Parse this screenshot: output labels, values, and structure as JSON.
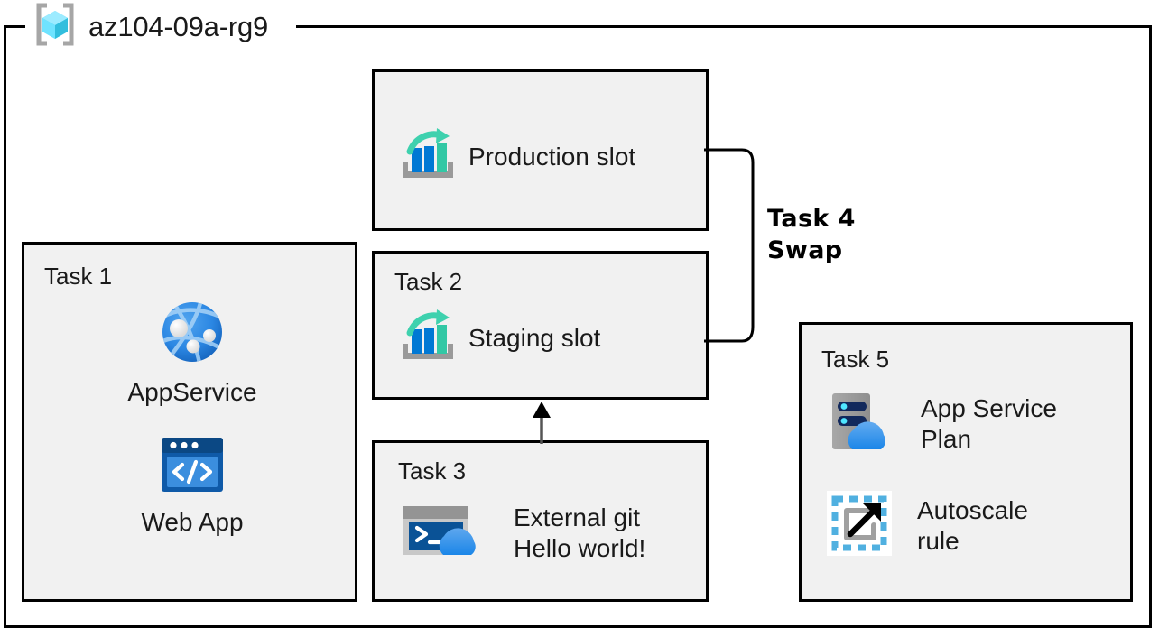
{
  "diagram": {
    "title": "az104-09a-rg9",
    "resource_group_icon": "resource-group-cube-icon",
    "colors": {
      "box_fill": "#f1f1f1",
      "box_border": "#000000",
      "azure_blue": "#0078d4",
      "azure_blue_dark": "#005ba1",
      "teal": "#32c8a5",
      "cyan_cube": "#50e6ff",
      "gray": "#9a9a9a",
      "text": "#1a1a1a"
    }
  },
  "boxes": {
    "production": {
      "label": "",
      "item_label": "Production slot",
      "icon": "deployment-slot-icon"
    },
    "task1": {
      "label": "Task 1",
      "items": [
        {
          "text": "AppService",
          "icon": "app-service-globe-icon"
        },
        {
          "text": "Web App",
          "icon": "web-app-code-window-icon"
        }
      ]
    },
    "task2": {
      "label": "Task 2",
      "item_label": "Staging slot",
      "icon": "deployment-slot-icon"
    },
    "task3": {
      "label": "Task 3",
      "item_label": "External git\nHello world!",
      "icon": "cloud-shell-terminal-icon"
    },
    "task5": {
      "label": "Task 5",
      "items": [
        {
          "text": "App Service\nPlan",
          "icon": "app-service-plan-server-cloud-icon"
        },
        {
          "text": "Autoscale\nrule",
          "icon": "autoscale-rule-arrow-icon"
        }
      ]
    }
  },
  "connectors": {
    "swap": {
      "text": "Task 4\nSwap",
      "from": "production",
      "to": "task2",
      "style": "bracket"
    },
    "deploy": {
      "from": "task3",
      "to": "task2",
      "style": "arrow-up"
    }
  }
}
